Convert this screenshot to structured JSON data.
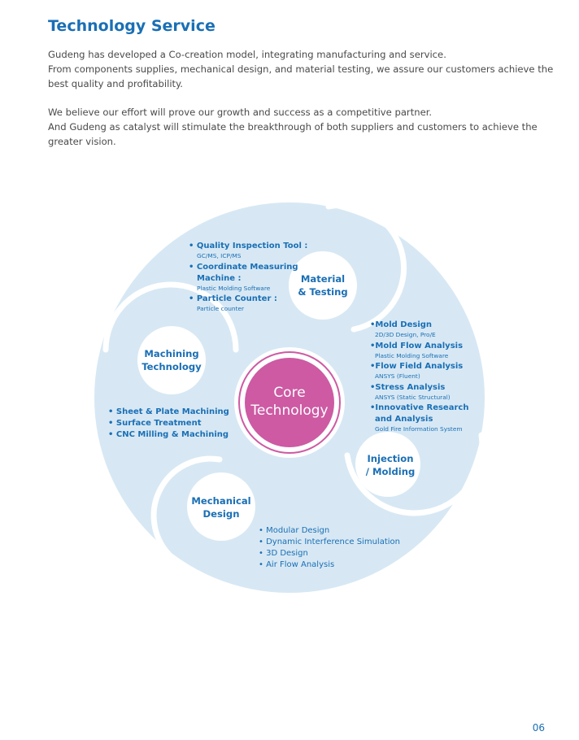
{
  "page": {
    "title": "Technology Service",
    "paragraphs": [
      "Gudeng has developed a Co-creation model, integrating manufacturing and service.",
      "From components supplies, mechanical design, and material testing, we assure our customers achieve the best quality and profitability.",
      "We believe our effort will prove our growth and success as a competitive partner.",
      "And Gudeng as catalyst will stimulate the breakthrough of both suppliers and customers to achieve the greater vision."
    ],
    "page_number": "06"
  },
  "diagram": {
    "colors": {
      "blue": "#1a6fb5",
      "light_blue": "#d7e8f4",
      "core": "#cd5aa3",
      "white": "#ffffff"
    },
    "core": {
      "line1": "Core",
      "line2": "Technology"
    },
    "segments": {
      "material": {
        "label1": "Material",
        "label2": "& Testing",
        "items": [
          {
            "main": "Quality Inspection Tool :",
            "main2": "",
            "sub": "GC/MS, ICP/MS"
          },
          {
            "main": "Coordinate Measuring",
            "main2": "Machine :",
            "sub": "Plastic Molding Software"
          },
          {
            "main": "Particle Counter :",
            "main2": "",
            "sub": "Particle counter"
          }
        ]
      },
      "machining": {
        "label1": "Machining",
        "label2": "Technology",
        "items": [
          "Sheet & Plate Machining",
          "Surface Treatment",
          "CNC Milling & Machining"
        ]
      },
      "injection": {
        "label1": "Injection",
        "label2": "/ Molding",
        "items": [
          {
            "main": "Mold Design",
            "main2": "",
            "sub": "2D/3D Design, Pro/E"
          },
          {
            "main": "Mold Flow Analysis",
            "main2": "",
            "sub": "Plastic Molding Software"
          },
          {
            "main": "Flow Field Analysis",
            "main2": "",
            "sub": "ANSYS (Fluent)"
          },
          {
            "main": "Stress Analysis",
            "main2": "",
            "sub": "ANSYS (Static Structural)"
          },
          {
            "main": "Innovative Research",
            "main2": "and Analysis",
            "sub": "Gold Fire Information System"
          }
        ]
      },
      "mechanical": {
        "label1": "Mechanical",
        "label2": "Design",
        "items": [
          "Modular Design",
          "Dynamic Interference Simulation",
          "3D Design",
          "Air Flow Analysis"
        ]
      }
    }
  }
}
